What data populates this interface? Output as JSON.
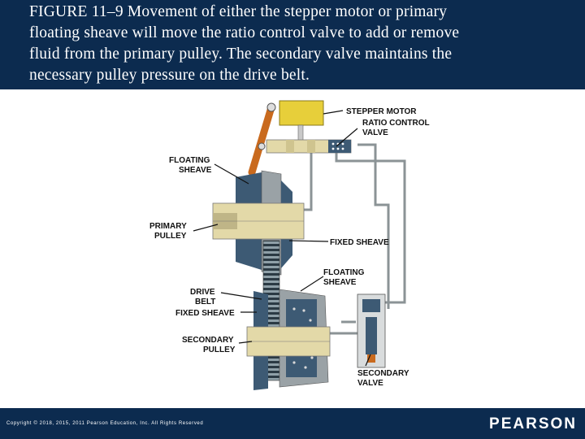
{
  "caption": {
    "line1": "FIGURE 11–9 Movement of either the stepper motor or primary",
    "line2": "floating sheave will move the ratio control valve to add or remove",
    "line3": "fluid from the primary pulley. The secondary valve maintains the",
    "line4": "necessary pulley pressure on the drive belt."
  },
  "labels": {
    "stepper_motor": "STEPPER MOTOR",
    "ratio_control_1": "RATIO CONTROL",
    "ratio_control_2": "VALVE",
    "floating_sheave_top_1": "FLOATING",
    "floating_sheave_top_2": "SHEAVE",
    "primary_pulley_1": "PRIMARY",
    "primary_pulley_2": "PULLEY",
    "fixed_sheave_right": "FIXED SHEAVE",
    "floating_sheave_right_1": "FLOATING",
    "floating_sheave_right_2": "SHEAVE",
    "drive_belt_1": "DRIVE",
    "drive_belt_2": "BELT",
    "fixed_sheave_left": "FIXED SHEAVE",
    "secondary_pulley_1": "SECONDARY",
    "secondary_pulley_2": "PULLEY",
    "secondary_valve_1": "SECONDARY",
    "secondary_valve_2": "VALVE"
  },
  "colors": {
    "header_bg": "#0c2b4f",
    "fluid_blue": "#3d5a74",
    "housing_gray": "#9aa2a6",
    "shaft_tan": "#e3d9a8",
    "motor_yellow": "#e7cf3a",
    "link_orange": "#c96a1e"
  },
  "footer": {
    "copyright": "Copyright © 2018, 2015, 2011 Pearson Education, Inc. All Rights Reserved",
    "brand": "PEARSON"
  }
}
